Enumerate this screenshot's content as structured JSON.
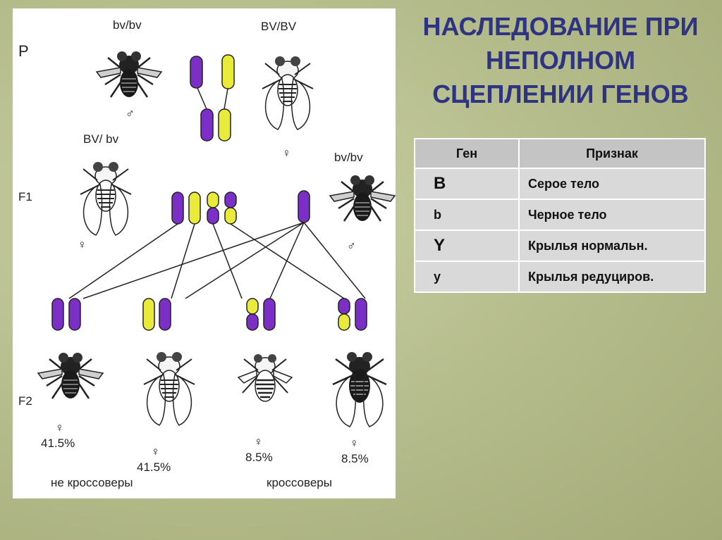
{
  "diagram": {
    "generation_p": "P",
    "generation_f1": "F1",
    "generation_f2": "F2",
    "p_male_genotype": "bv/bv",
    "p_female_genotype": "BV/BV",
    "f1_female_genotype": "BV/ bv",
    "f1_male_genotype": "bv/bv",
    "offspring": [
      {
        "sex": "♀",
        "percent": "41.5%"
      },
      {
        "sex": "♀",
        "percent": "41.5%"
      },
      {
        "sex": "♀",
        "percent": "8.5%"
      },
      {
        "sex": "♀",
        "percent": "8.5%"
      }
    ],
    "noncrossover_label": "не кроссоверы",
    "crossover_label": "кроссоверы",
    "male_symbol": "♂",
    "female_symbol": "♀",
    "colors": {
      "purple": "#7b2fc7",
      "yellow": "#eaea3a"
    }
  },
  "title": {
    "line1": "НАСЛЕДОВАНИЕ ПРИ",
    "line2": "НЕПОЛНОМ",
    "line3": "СЦЕПЛЕНИИ ГЕНОВ",
    "color": "#2e3382"
  },
  "table": {
    "header": {
      "gene": "Ген",
      "trait": "Признак"
    },
    "rows": [
      {
        "gene": "B",
        "trait": "Серое тело"
      },
      {
        "gene": "b",
        "trait": "Черное тело"
      },
      {
        "gene": "Y",
        "trait": "Крылья нормальн."
      },
      {
        "gene": "y",
        "trait": "Крылья редуциров."
      }
    ]
  }
}
